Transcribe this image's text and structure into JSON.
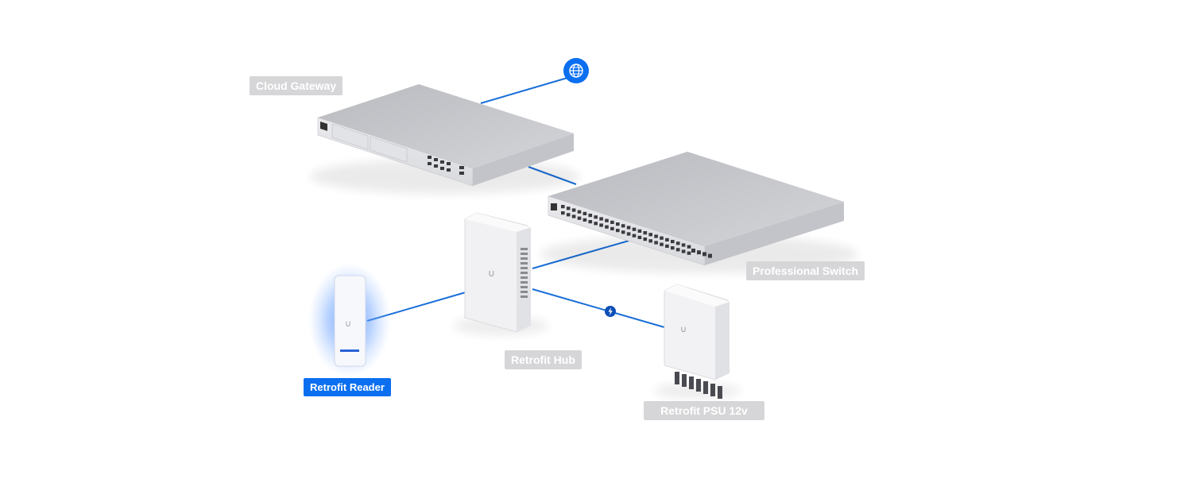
{
  "colors": {
    "accent": "#0b6ff0",
    "connector": "#1a6fd8",
    "label_inactive": "#d6d6d8",
    "device_body": "#c9cacf"
  },
  "devices": {
    "cloud_gateway": {
      "label": "Cloud Gateway",
      "icon": "rack-gateway-icon",
      "active": false
    },
    "professional_switch": {
      "label": "Professional Switch",
      "icon": "rack-switch-icon",
      "active": false
    },
    "retrofit_hub": {
      "label": "Retrofit Hub",
      "icon": "hub-icon",
      "active": false
    },
    "retrofit_reader": {
      "label": "Retrofit Reader",
      "icon": "reader-icon",
      "active": true
    },
    "retrofit_psu": {
      "label": "Retrofit PSU 12v",
      "icon": "psu-icon",
      "active": false
    }
  },
  "internet": {
    "icon": "globe-icon"
  },
  "power_node": {
    "icon": "power-icon"
  }
}
